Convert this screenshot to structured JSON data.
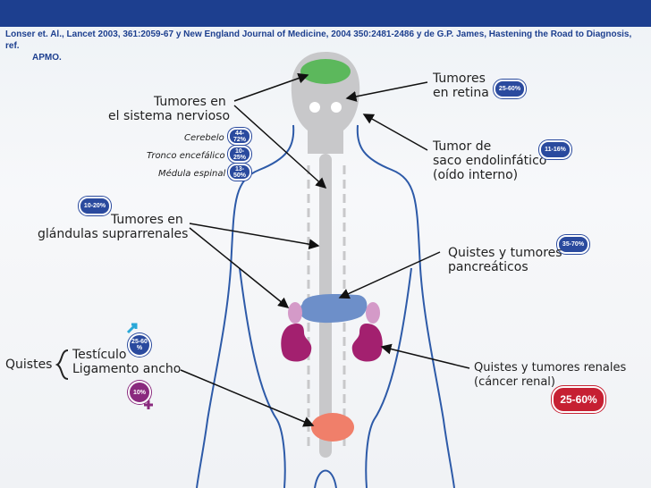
{
  "citation": {
    "line1": "Lonser et. Al., Lancet 2003, 361:2059-67 y New England Journal of Medicine, 2004 350:2481-2486 y de G.P. James, Hastening the Road to Diagnosis, ref.",
    "line2": "APMO."
  },
  "labels": {
    "cns_line1": "Tumores en",
    "cns_line2": "el sistema nervioso",
    "cerebelo": "Cerebelo",
    "tronco": "Tronco encefálico",
    "medula": "Médula espinal",
    "retina_line1": "Tumores",
    "retina_line2": "en retina",
    "saco_line1": "Tumor de",
    "saco_line2": "saco endolinfático",
    "saco_line3": "(oído interno)",
    "supra_line1": "Tumores en",
    "supra_line2": "glándulas suprarrenales",
    "pancreas_line1": "Quistes y tumores",
    "pancreas_line2": "pancreáticos",
    "renal_line1": "Quistes y tumores renales",
    "renal_line2": "(cáncer renal)",
    "quistes": "Quistes",
    "testiculo": "Testículo",
    "ligamento": "Ligamento ancho"
  },
  "badges": {
    "cerebelo": "44-72%",
    "tronco": "10-25%",
    "medula": "13-50%",
    "retina": "25-60%",
    "saco": "11-16%",
    "supra": "10-20%",
    "pancreas": "35-70%",
    "testiculo_l1": "25-60",
    "testiculo_l2": "%",
    "ligamento": "10%",
    "renal": "25-60%"
  },
  "colors": {
    "body_outline": "#2d5aa8",
    "head_gray": "#c8c8ca",
    "brain_green": "#5cb85c",
    "pancreas_blue": "#6d8fc9",
    "kidney_magenta": "#a3206f",
    "adrenal_pink": "#d49ac8",
    "pelvic_orange": "#f07f6a",
    "badge_blue": "#2a4a9e",
    "badge_purple": "#8a2a7e",
    "badge_red": "#c62032"
  }
}
